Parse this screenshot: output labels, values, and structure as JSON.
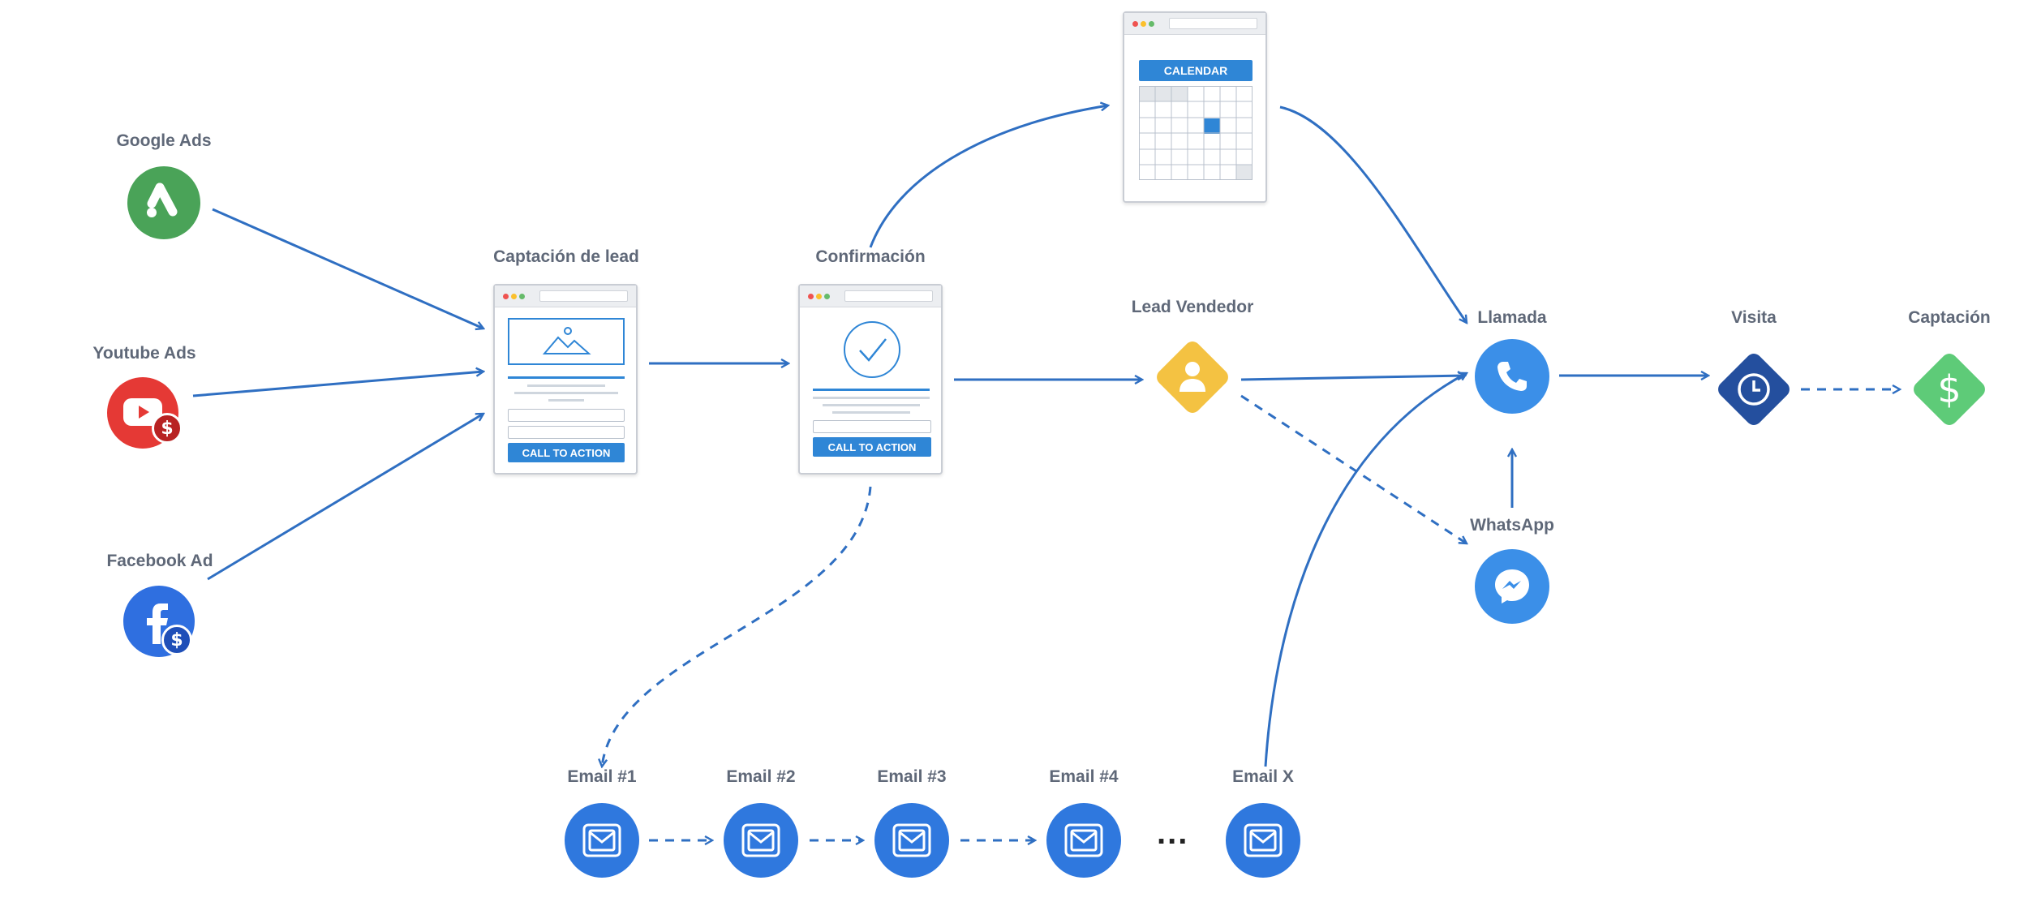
{
  "sources": {
    "google": {
      "label": "Google Ads",
      "icon": "google-ads-icon",
      "color": "#4aa358"
    },
    "youtube": {
      "label": "Youtube Ads",
      "icon": "youtube-icon",
      "color": "#e53935",
      "badge": "$"
    },
    "facebook": {
      "label": "Facebook Ad",
      "icon": "facebook-icon",
      "color": "#2f6fe0",
      "badge": "$"
    }
  },
  "pages": {
    "capture": {
      "label": "Captación de lead",
      "cta": "CALL TO ACTION"
    },
    "confirm": {
      "label": "Confirmación",
      "cta": "CALL TO ACTION"
    },
    "calendar": {
      "header": "CALENDAR"
    }
  },
  "nodes": {
    "lead_seller": {
      "label": "Lead Vendedor",
      "icon": "user-icon",
      "color": "#f4c242"
    },
    "call": {
      "label": "Llamada",
      "icon": "phone-icon",
      "color": "#3b8fe8"
    },
    "whatsapp": {
      "label": "WhatsApp",
      "icon": "messenger-icon",
      "color": "#3b8fe8"
    },
    "visit": {
      "label": "Visita",
      "icon": "clock-icon",
      "color": "#244f9e"
    },
    "capture_money": {
      "label": "Captación",
      "icon": "dollar-icon",
      "color": "#5ecb78"
    }
  },
  "emails": [
    {
      "label": "Email #1",
      "icon": "mail-icon"
    },
    {
      "label": "Email #2",
      "icon": "mail-icon"
    },
    {
      "label": "Email #3",
      "icon": "mail-icon"
    },
    {
      "label": "Email #4",
      "icon": "mail-icon"
    },
    {
      "label": "Email X",
      "icon": "mail-icon"
    }
  ],
  "ellipsis": "...",
  "colors": {
    "arrow": "#2f6fc2",
    "label": "#5f6878"
  }
}
